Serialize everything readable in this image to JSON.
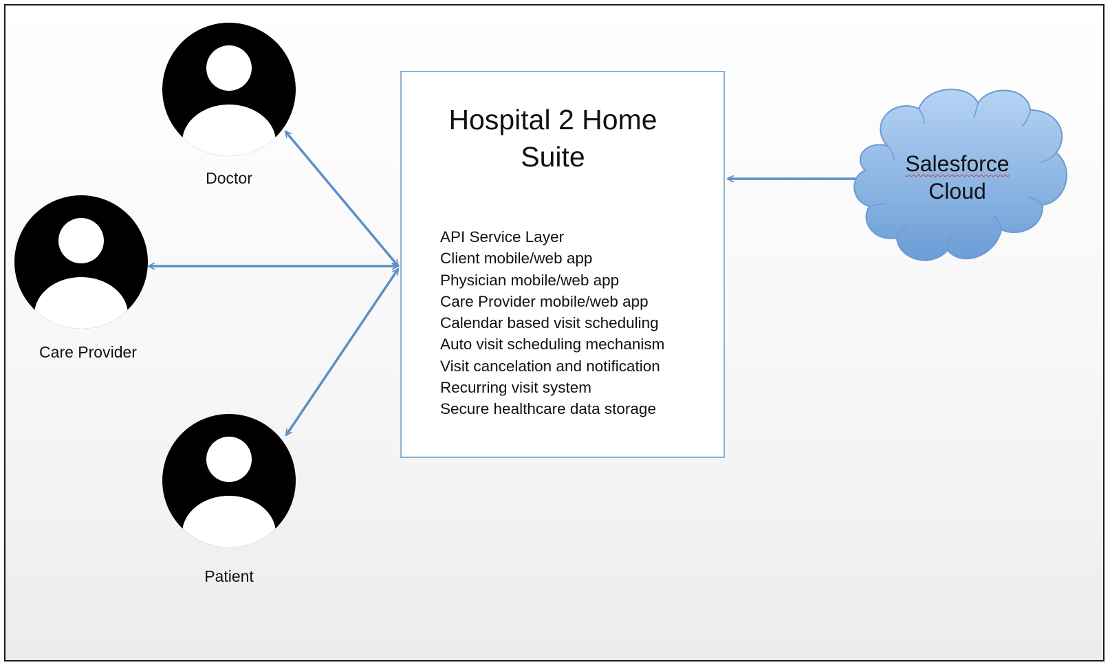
{
  "actors": [
    {
      "id": "doctor",
      "label": "Doctor"
    },
    {
      "id": "care_provider",
      "label": "Care Provider"
    },
    {
      "id": "patient",
      "label": "Patient"
    }
  ],
  "suite": {
    "title_line1": "Hospital 2 Home",
    "title_line2": "Suite",
    "features": [
      "API Service Layer",
      "Client mobile/web app",
      "Physician mobile/web app",
      "Care Provider mobile/web app",
      "Calendar based visit scheduling",
      "Auto visit scheduling mechanism",
      "Visit cancelation and notification",
      "Recurring visit system",
      "Secure healthcare data storage"
    ]
  },
  "cloud": {
    "line1": "Salesforce",
    "line2": "Cloud"
  },
  "colors": {
    "arrow": "#5b8fc8",
    "box_border": "#8fb0d3",
    "cloud_fill_top": "#b3d0f2",
    "cloud_fill_bottom": "#6f9fd6",
    "cloud_stroke": "#6f9fd6",
    "actor": "#000000"
  }
}
